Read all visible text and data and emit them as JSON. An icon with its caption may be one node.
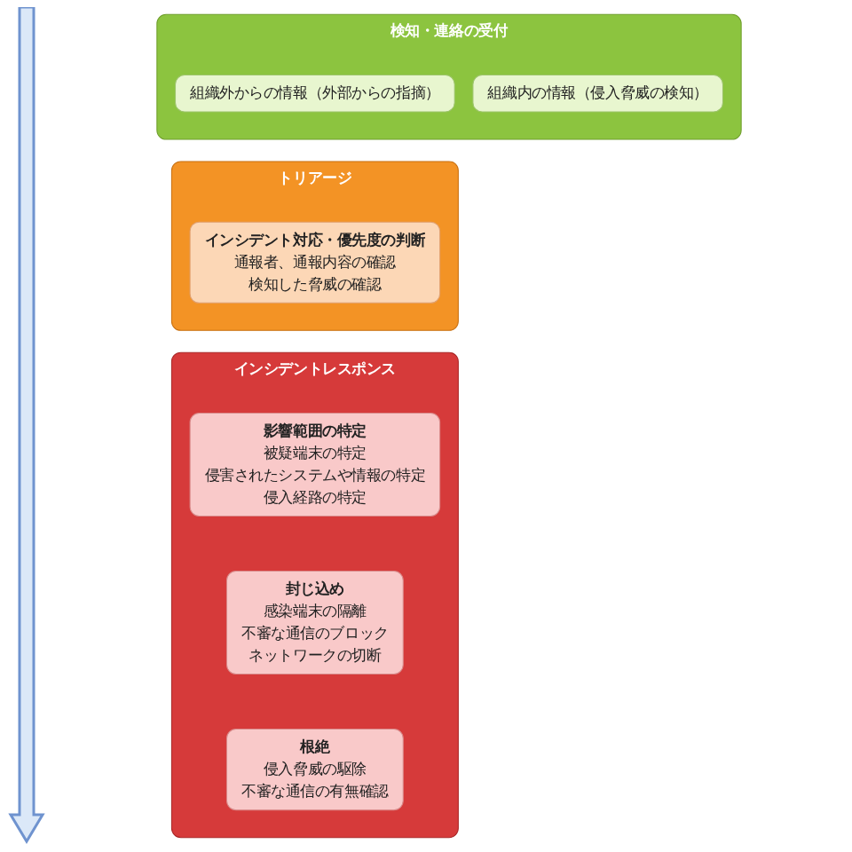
{
  "diagram": {
    "nodes": [
      {
        "text": [
          "検知・連絡の受付"
        ]
      },
      {
        "text": [
          "組織外からの情報（外部からの指摘）"
        ],
        "in": 0
      },
      {
        "text": [
          "組織内の情報（侵入脅威の検知）"
        ],
        "in": 0
      },
      {
        "text": [
          "トリアージ"
        ]
      },
      {
        "text": [
          "インシデント対応・優先度の判断",
          "通報者、通報内容の確認",
          "検知した脅威の確認"
        ],
        "in": 3
      },
      {
        "text": [
          "インシデントレスポンス"
        ]
      },
      {
        "text": [
          "影響範囲の特定",
          "被疑端末の特定",
          "侵害されたシステムや情報の特定",
          "侵入経路の特定"
        ],
        "in": 5
      },
      {
        "text": [
          "封じ込め",
          "感染端末の隔離",
          "不審な通信のブロック",
          "ネットワークの切断"
        ],
        "in": 5
      },
      {
        "text": [
          "根絶",
          "侵入脅威の駆除",
          "不審な通信の有無確認"
        ],
        "in": 5
      }
    ],
    "edges": []
  }
}
